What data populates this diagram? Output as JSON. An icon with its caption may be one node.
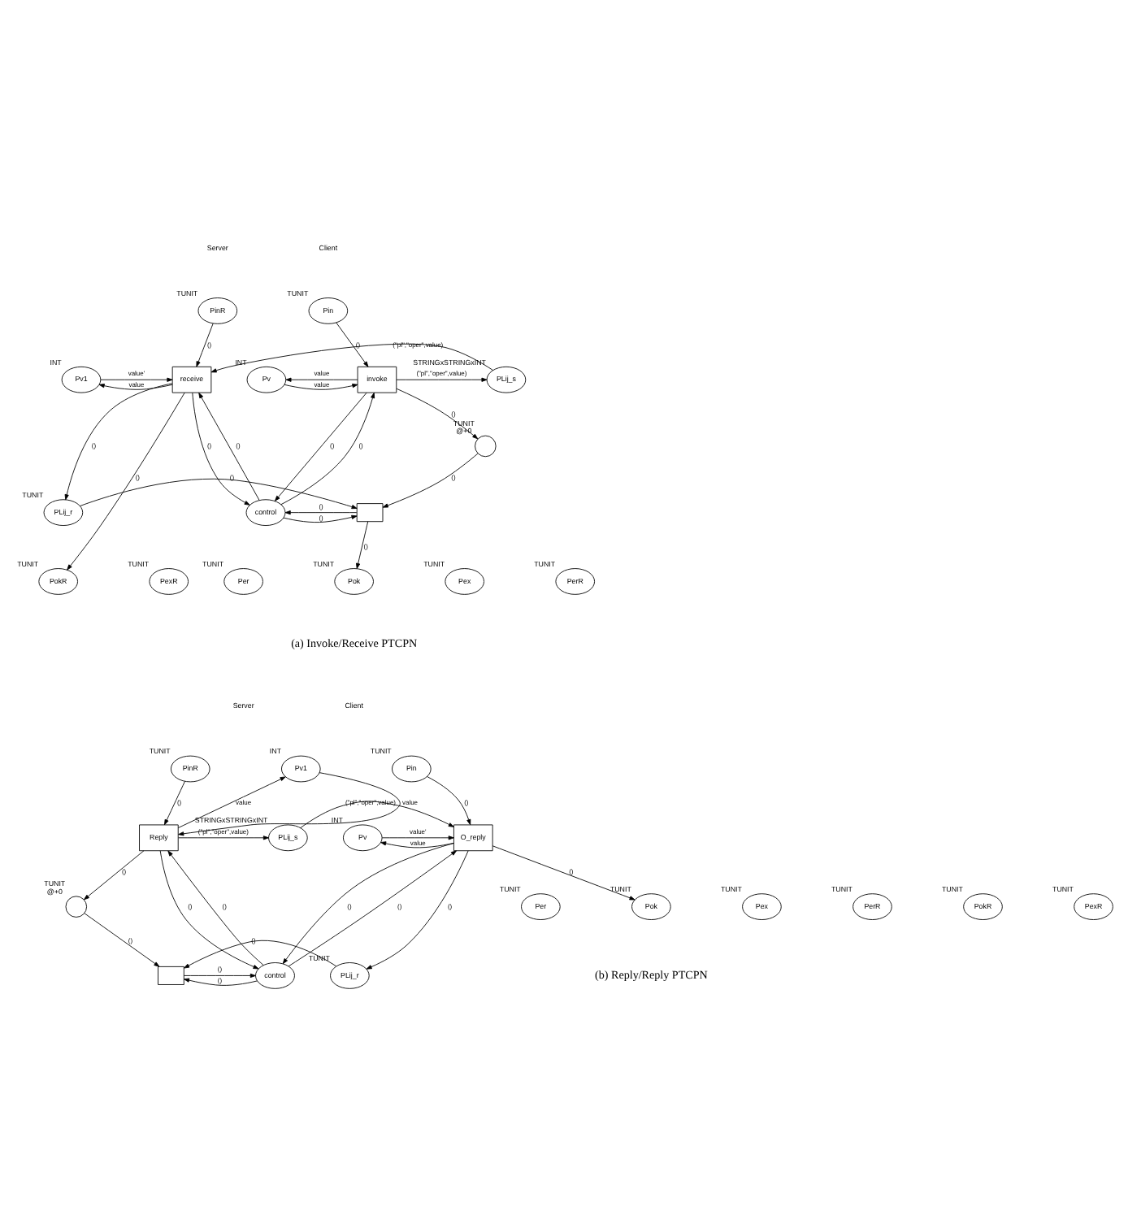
{
  "diagram": {
    "nodes": [
      {
        "text": [
          "Pin"
        ],
        "beside": [
          "TUNIT"
        ]
      },
      {
        "text": [
          "Pv"
        ],
        "beside": [
          "INT"
        ]
      },
      {
        "text": [
          "invoke"
        ]
      },
      {
        "text": [
          "PLij_s"
        ],
        "beside": [
          "STRINGxSTRINGxINT"
        ]
      },
      {
        "text": [
          "receive"
        ]
      },
      {
        "text": [
          "Pv1"
        ],
        "beside": [
          "INT"
        ]
      },
      {
        "text": [
          "PinR"
        ],
        "beside": [
          "TUNIT"
        ]
      },
      {
        "text": [],
        "shape": "circle",
        "beside": [
          "TUNIT",
          "@+0"
        ]
      },
      {
        "text": [
          "control"
        ]
      },
      {
        "text": [],
        "shape": "box"
      },
      {
        "text": [
          "PLij_r"
        ],
        "beside": [
          "TUNIT"
        ]
      },
      {
        "text": [
          "Per"
        ],
        "beside": [
          "TUNIT"
        ]
      },
      {
        "text": [
          "Pok"
        ],
        "beside": [
          "TUNIT"
        ]
      },
      {
        "text": [
          "Pex"
        ],
        "beside": [
          "TUNIT"
        ]
      },
      {
        "text": [
          "PerR"
        ],
        "beside": [
          "TUNIT"
        ]
      },
      {
        "text": [
          "PokR"
        ],
        "beside": [
          "TUNIT"
        ]
      },
      {
        "text": [
          "PexR"
        ],
        "beside": [
          "TUNIT"
        ]
      },
      {
        "text": [
          "Pin"
        ],
        "beside": [
          "TUNIT"
        ]
      },
      {
        "text": [
          "Pv1"
        ],
        "beside": [
          "INT"
        ]
      },
      {
        "text": [
          "PinR"
        ],
        "beside": [
          "TUNIT"
        ]
      },
      {
        "text": [
          "O_reply"
        ]
      },
      {
        "text": [
          "PLij_s"
        ],
        "beside": [
          "STRINGxSTRINGxINT"
        ]
      },
      {
        "text": [
          "Reply"
        ]
      },
      {
        "text": [
          "Pv"
        ],
        "beside": [
          "INT"
        ]
      },
      {
        "text": [],
        "shape": "circle",
        "beside": [
          "TUNIT",
          "@+0"
        ]
      },
      {
        "text": [
          "PLij_r"
        ],
        "beside": [
          "TUNIT"
        ]
      },
      {
        "text": [],
        "shape": "box"
      },
      {
        "text": [
          "control"
        ]
      },
      {
        "text": [
          "Per"
        ],
        "beside": [
          "TUNIT"
        ]
      },
      {
        "text": [
          "Pok"
        ],
        "beside": [
          "TUNIT"
        ]
      },
      {
        "text": [
          "Pex"
        ],
        "beside": [
          "TUNIT"
        ]
      },
      {
        "text": [
          "PerR"
        ],
        "beside": [
          "TUNIT"
        ]
      },
      {
        "text": [
          "PokR"
        ],
        "beside": [
          "TUNIT"
        ]
      },
      {
        "text": [
          "PexR"
        ],
        "beside": [
          "TUNIT"
        ]
      }
    ],
    "edges": [
      {
        "from": 0,
        "to": 2,
        "arrow": "to",
        "label": "()"
      },
      {
        "from": 2,
        "to": 1,
        "arrow": "to",
        "label": "value"
      },
      {
        "from": 1,
        "to": 2,
        "arrow": "to",
        "label": "value"
      },
      {
        "from": 2,
        "to": 3,
        "arrow": "to",
        "label": "(\"pl\",\"oper\",value)"
      },
      {
        "from": 3,
        "to": 4,
        "arrow": "to",
        "label": "(\"pl\",\"oper\",value)"
      },
      {
        "from": 4,
        "to": 5,
        "arrow": "to",
        "label": "value"
      },
      {
        "from": 5,
        "to": 4,
        "arrow": "to",
        "label": "value'"
      },
      {
        "from": 6,
        "to": 4,
        "arrow": "to",
        "label": "()"
      },
      {
        "from": 2,
        "to": 7,
        "arrow": "to",
        "label": "()"
      },
      {
        "from": 2,
        "to": 8,
        "arrow": "to",
        "label": "()"
      },
      {
        "from": 8,
        "to": 2,
        "arrow": "to",
        "label": "()"
      },
      {
        "from": 7,
        "to": 9,
        "arrow": "to",
        "label": "()"
      },
      {
        "from": 9,
        "to": 8,
        "arrow": "to",
        "label": "()"
      },
      {
        "from": 8,
        "to": 9,
        "arrow": "to",
        "label": "()"
      },
      {
        "from": 10,
        "to": 9,
        "arrow": "to",
        "label": "()"
      },
      {
        "from": 4,
        "to": 10,
        "arrow": "to",
        "label": "()"
      },
      {
        "from": 4,
        "to": 15,
        "arrow": "to",
        "label": "()"
      },
      {
        "from": 9,
        "to": 12,
        "arrow": "to",
        "label": "()"
      },
      {
        "from": 4,
        "to": 8,
        "arrow": "to",
        "label": "()"
      },
      {
        "from": 8,
        "to": 4,
        "arrow": "to",
        "label": "()"
      },
      {
        "from": 17,
        "to": 20,
        "arrow": "to",
        "label": "()"
      },
      {
        "from": 20,
        "to": 23,
        "arrow": "to",
        "label": "value"
      },
      {
        "from": 23,
        "to": 20,
        "arrow": "to",
        "label": "value'"
      },
      {
        "from": 21,
        "to": 20,
        "arrow": "to",
        "label": "(\"pl\",\"oper\",value)"
      },
      {
        "from": 22,
        "to": 21,
        "arrow": "to",
        "label": "(\"pl\",\"oper\",value)"
      },
      {
        "from": 18,
        "to": 22,
        "arrow": "to",
        "label": "value"
      },
      {
        "from": 22,
        "to": 18,
        "arrow": "to",
        "label": "value"
      },
      {
        "from": 19,
        "to": 22,
        "arrow": "to",
        "label": "()"
      },
      {
        "from": 20,
        "to": 29,
        "arrow": "to",
        "label": "()"
      },
      {
        "from": 20,
        "to": 25,
        "arrow": "to",
        "label": "()"
      },
      {
        "from": 25,
        "to": 26,
        "arrow": "to",
        "label": "()"
      },
      {
        "from": 22,
        "to": 24,
        "arrow": "to",
        "label": "()"
      },
      {
        "from": 24,
        "to": 26,
        "arrow": "to",
        "label": "()"
      },
      {
        "from": 26,
        "to": 27,
        "arrow": "to",
        "label": "()"
      },
      {
        "from": 27,
        "to": 26,
        "arrow": "to",
        "label": "()"
      },
      {
        "from": 22,
        "to": 27,
        "arrow": "to",
        "label": "()"
      },
      {
        "from": 27,
        "to": 22,
        "arrow": "to",
        "label": "()"
      },
      {
        "from": 20,
        "to": 27,
        "arrow": "to",
        "label": "()"
      },
      {
        "from": 27,
        "to": 20,
        "arrow": "to",
        "label": "()"
      }
    ],
    "labels": [
      "Client",
      "Server",
      "(a) Invoke/Receive PTCPN",
      "Client",
      "Server",
      "(b) Reply/Reply PTCPN"
    ]
  }
}
